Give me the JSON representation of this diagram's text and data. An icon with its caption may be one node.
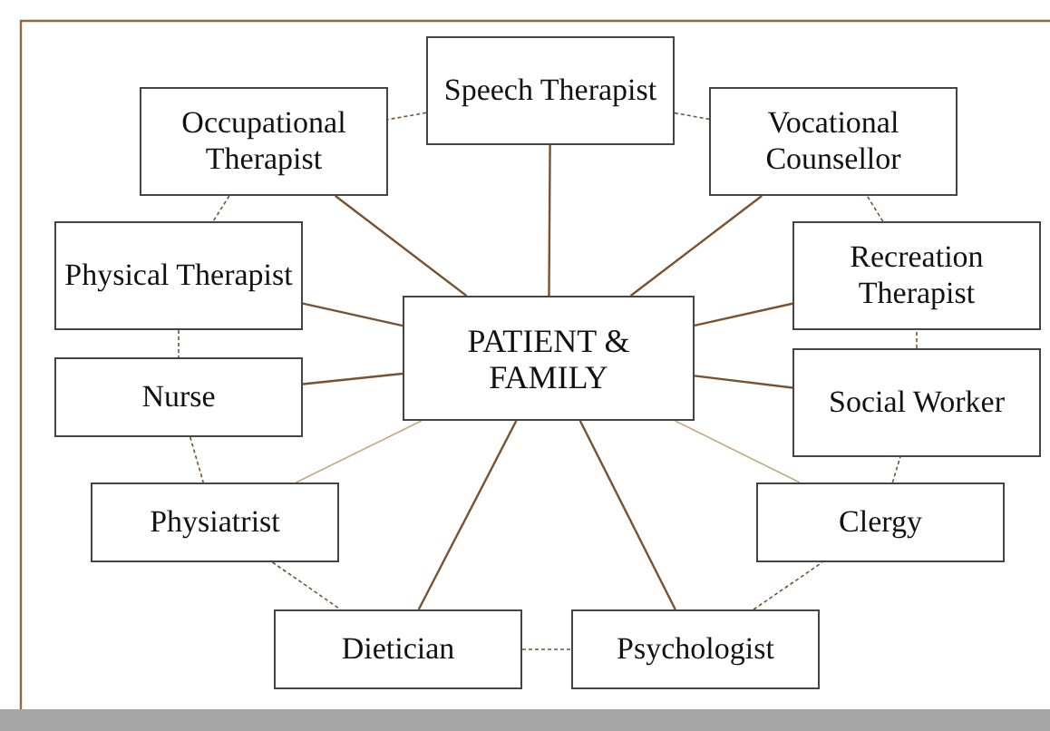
{
  "diagram": {
    "nodes": [
      {
        "text": [
          "Speech Therapist"
        ]
      },
      {
        "text": [
          "Occupational Therapist"
        ]
      },
      {
        "text": [
          "Vocational Counsellor"
        ]
      },
      {
        "text": [
          "Physical Therapist"
        ]
      },
      {
        "text": [
          "Recreation Therapist"
        ]
      },
      {
        "text": [
          "PATIENT & FAMILY"
        ]
      },
      {
        "text": [
          "Nurse"
        ]
      },
      {
        "text": [
          "Social Worker"
        ]
      },
      {
        "text": [
          "Physiatrist"
        ]
      },
      {
        "text": [
          "Clergy"
        ]
      },
      {
        "text": [
          "Dietician"
        ]
      },
      {
        "text": [
          "Psychologist"
        ]
      }
    ],
    "edges": [
      {
        "from": 5,
        "to": 0,
        "arrow": "none"
      },
      {
        "from": 5,
        "to": 1,
        "arrow": "none"
      },
      {
        "from": 5,
        "to": 2,
        "arrow": "none"
      },
      {
        "from": 5,
        "to": 3,
        "arrow": "none"
      },
      {
        "from": 5,
        "to": 4,
        "arrow": "none"
      },
      {
        "from": 5,
        "to": 6,
        "arrow": "none"
      },
      {
        "from": 5,
        "to": 7,
        "arrow": "none"
      },
      {
        "from": 5,
        "to": 8,
        "arrow": "none",
        "color": "#c4a880"
      },
      {
        "from": 5,
        "to": 9,
        "arrow": "none",
        "color": "#c4a880"
      },
      {
        "from": 5,
        "to": 10,
        "arrow": "none"
      },
      {
        "from": 5,
        "to": 11,
        "arrow": "none"
      },
      {
        "from": 0,
        "to": 1,
        "arrow": "none",
        "style": "dashed"
      },
      {
        "from": 0,
        "to": 2,
        "arrow": "none",
        "style": "dashed"
      },
      {
        "from": 1,
        "to": 3,
        "arrow": "none",
        "style": "dashed"
      },
      {
        "from": 3,
        "to": 6,
        "arrow": "none",
        "style": "dashed"
      },
      {
        "from": 6,
        "to": 8,
        "arrow": "none",
        "style": "dashed"
      },
      {
        "from": 8,
        "to": 10,
        "arrow": "none",
        "style": "dashed"
      },
      {
        "from": 10,
        "to": 11,
        "arrow": "none",
        "style": "dashed"
      },
      {
        "from": 11,
        "to": 9,
        "arrow": "none",
        "style": "dashed"
      },
      {
        "from": 9,
        "to": 7,
        "arrow": "none",
        "style": "dashed"
      },
      {
        "from": 7,
        "to": 4,
        "arrow": "none",
        "style": "dashed"
      },
      {
        "from": 4,
        "to": 2,
        "arrow": "none",
        "style": "dashed"
      }
    ]
  }
}
